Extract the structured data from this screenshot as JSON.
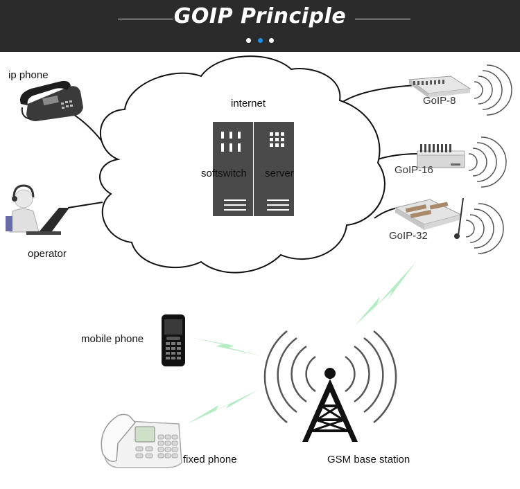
{
  "title": "GOIP Principle",
  "colors": {
    "header_bg": "#2b2b2b",
    "accent_dot": "#1e90e8",
    "signal_green": "#b6ecc4",
    "server_body": "#4a4a4a"
  },
  "pagination": {
    "total": 3,
    "active": 2
  },
  "labels": {
    "ip_phone": "ip phone",
    "operator": "operator",
    "internet": "internet",
    "softswitch": "softswitch",
    "server": "server",
    "goip8": "GoIP-8",
    "goip16": "GoIP-16",
    "goip32": "GoIP-32",
    "mobile_phone": "mobile phone",
    "fixed_phone": "fixed phone",
    "gsm_base_station": "GSM base station"
  },
  "icons": [
    "ip-phone-icon",
    "operator-icon",
    "softswitch-server-icon",
    "goip-gateway-icon",
    "mobile-phone-icon",
    "fixed-phone-icon",
    "gsm-tower-icon",
    "wireless-signal-icon"
  ]
}
